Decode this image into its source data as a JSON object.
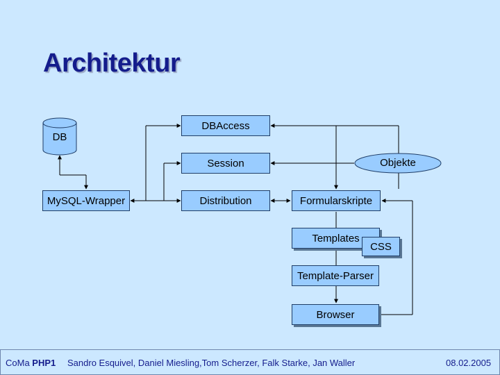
{
  "slide": {
    "title": "Architektur"
  },
  "diagram": {
    "nodes": {
      "db": "DB",
      "dbaccess": "DBAccess",
      "session": "Session",
      "distribution": "Distribution",
      "mysql_wrapper": "MySQL-Wrapper",
      "objekte": "Objekte",
      "formularskripte": "Formularskripte",
      "templates": "Templates",
      "css": "CSS",
      "template_parser": "Template-Parser",
      "browser": "Browser"
    },
    "colors": {
      "box_fill": "#99ccff",
      "background": "#cce8ff",
      "title": "#141c8c"
    }
  },
  "footer": {
    "prefix": "CoMa ",
    "course": "PHP1",
    "authors": "Sandro Esquivel, Daniel Miesling,Tom Scherzer, Falk Starke, Jan Waller",
    "date": "08.02.2005"
  }
}
